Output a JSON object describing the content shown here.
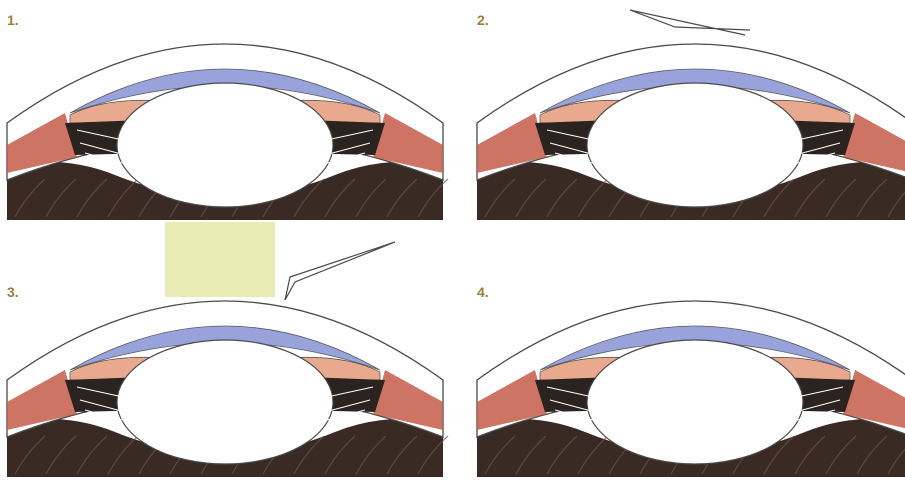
{
  "colors": {
    "cornea_stroke": "#4a4a4a",
    "aqueous_blue": "#8e9ad8",
    "iris_tissue": "#e8a98f",
    "iris_dark": "#2a2320",
    "sclera_red": "#c45c4a",
    "choroid_dark": "#3a2a24",
    "lens_fill": "#ffffff",
    "patch_green": "#e6ecb4"
  },
  "panels": [
    {
      "label": "1.",
      "instrument": "none"
    },
    {
      "label": "2.",
      "instrument": "needle"
    },
    {
      "label": "3.",
      "instrument": "needle-with-patch"
    },
    {
      "label": "4.",
      "instrument": "none"
    }
  ]
}
